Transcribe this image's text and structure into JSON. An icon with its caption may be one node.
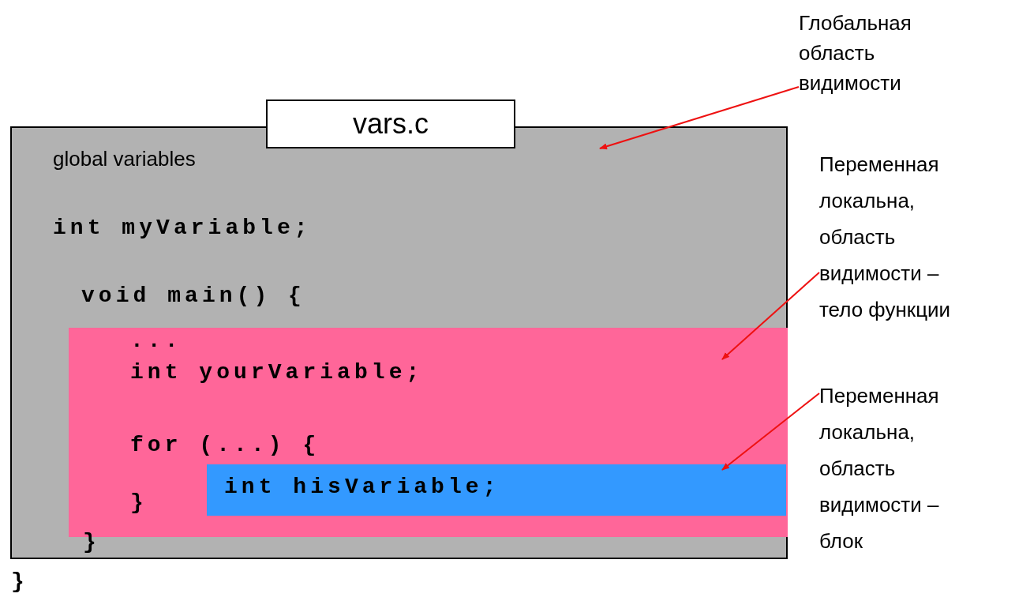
{
  "diagram": {
    "nodes": [
      {
        "text": [
          "Глобальная область видимости"
        ]
      },
      {
        "text": [
          "vars.c"
        ]
      },
      {
        "text": [
          "global variables",
          "int myVariable;",
          "void main() {",
          "}"
        ]
      },
      {
        "text": [
          "Переменная локальна, область видимости – тело функции"
        ]
      },
      {
        "text": [
          "...",
          "int yourVariable;",
          "for (...) {",
          "}"
        ],
        "in": 2
      },
      {
        "text": [
          "Переменная локальна, область видимости – блок"
        ]
      },
      {
        "text": [
          "int hisVariable;"
        ],
        "in": 4
      }
    ],
    "edges": [
      {
        "from": 0,
        "to": 2,
        "arrow": "to"
      },
      {
        "from": 3,
        "to": 4,
        "arrow": "to"
      },
      {
        "from": 5,
        "to": 6,
        "arrow": "to"
      }
    ],
    "labels": [
      "}"
    ]
  }
}
